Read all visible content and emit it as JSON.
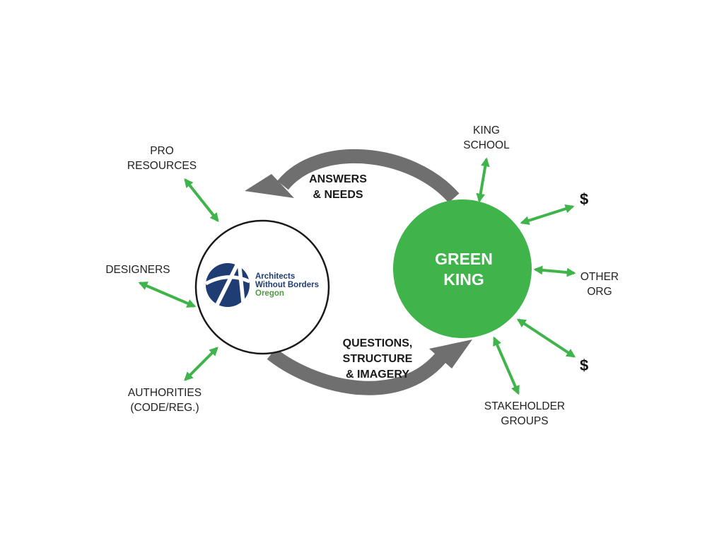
{
  "labels": {
    "pro_resources": [
      "PRO",
      "RESOURCES"
    ],
    "designers": "DESIGNERS",
    "authorities": [
      "AUTHORITIES",
      "(CODE/REG.)"
    ],
    "king_school": [
      "KING",
      "SCHOOL"
    ],
    "other_org": [
      "OTHER",
      "ORG"
    ],
    "stakeholder_groups": [
      "STAKEHOLDER",
      "GROUPS"
    ],
    "dollar_top": "$",
    "dollar_bottom": "$"
  },
  "flows": {
    "answers_needs": [
      "ANSWERS",
      "& NEEDS"
    ],
    "questions": [
      "QUESTIONS,",
      "STRUCTURE",
      "& IMAGERY"
    ]
  },
  "awb_logo": {
    "line1": "Architects",
    "line2": "Without Borders",
    "line3": "Oregon"
  },
  "green_king": [
    "GREEN",
    "KING"
  ],
  "colors": {
    "green": "#3fb44a",
    "arrow_gray": "#6f6f6f",
    "logo_navy": "#1f3c73",
    "logo_green": "#4f9a41"
  },
  "icons": {
    "double_arrow": "green-double-headed-arrow",
    "flow_arrow": "gray-curved-arrow",
    "logo_mark": "awb-globe-a-mark"
  }
}
